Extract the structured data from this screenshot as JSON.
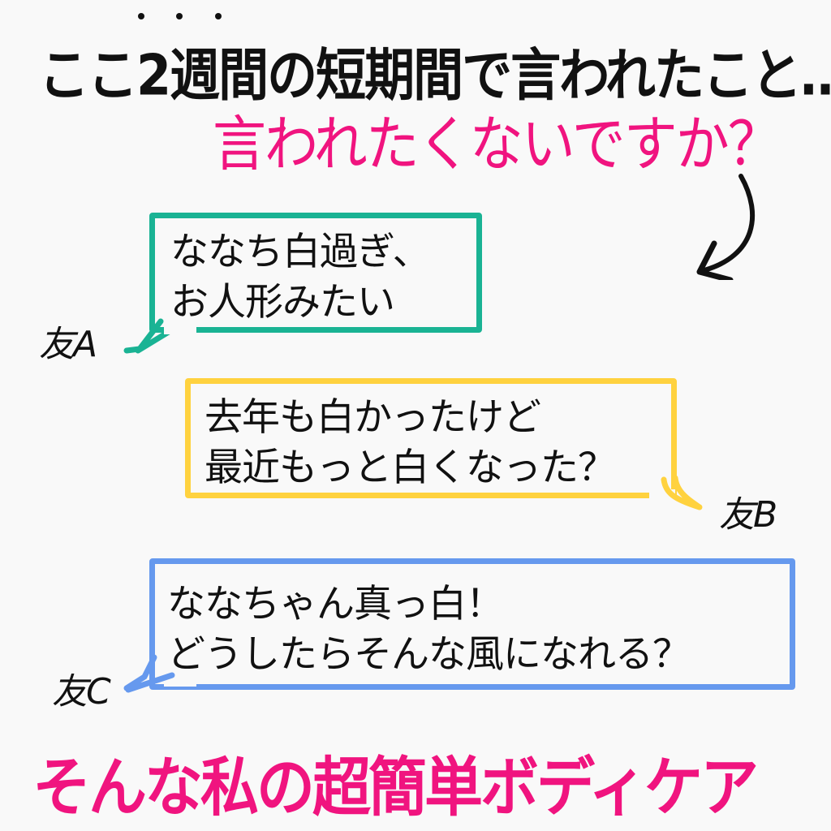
{
  "header": {
    "line1": "ここ2週間の短期間で言われたこと…",
    "line1_emphasis_dots_over": "2週間",
    "line2": "言われたくないですか？"
  },
  "arrow": {
    "icon": "curved-arrow-down-left-icon"
  },
  "bubbles": [
    {
      "speaker": "友A",
      "lines": [
        "ななち白過ぎ、",
        "お人形みたい"
      ],
      "color": "#1ab394"
    },
    {
      "speaker": "友B",
      "lines": [
        "去年も白かったけど",
        "最近もっと白くなった？"
      ],
      "color": "#ffd23f"
    },
    {
      "speaker": "友C",
      "lines": [
        "ななちゃん真っ白！",
        "どうしたらそんな風になれる？"
      ],
      "color": "#6699ee"
    }
  ],
  "footer": {
    "title": "そんな私の超簡単ボディケア"
  },
  "colors": {
    "background": "#f9f9f9",
    "accent_pink": "#f0147f",
    "text": "#111111"
  }
}
